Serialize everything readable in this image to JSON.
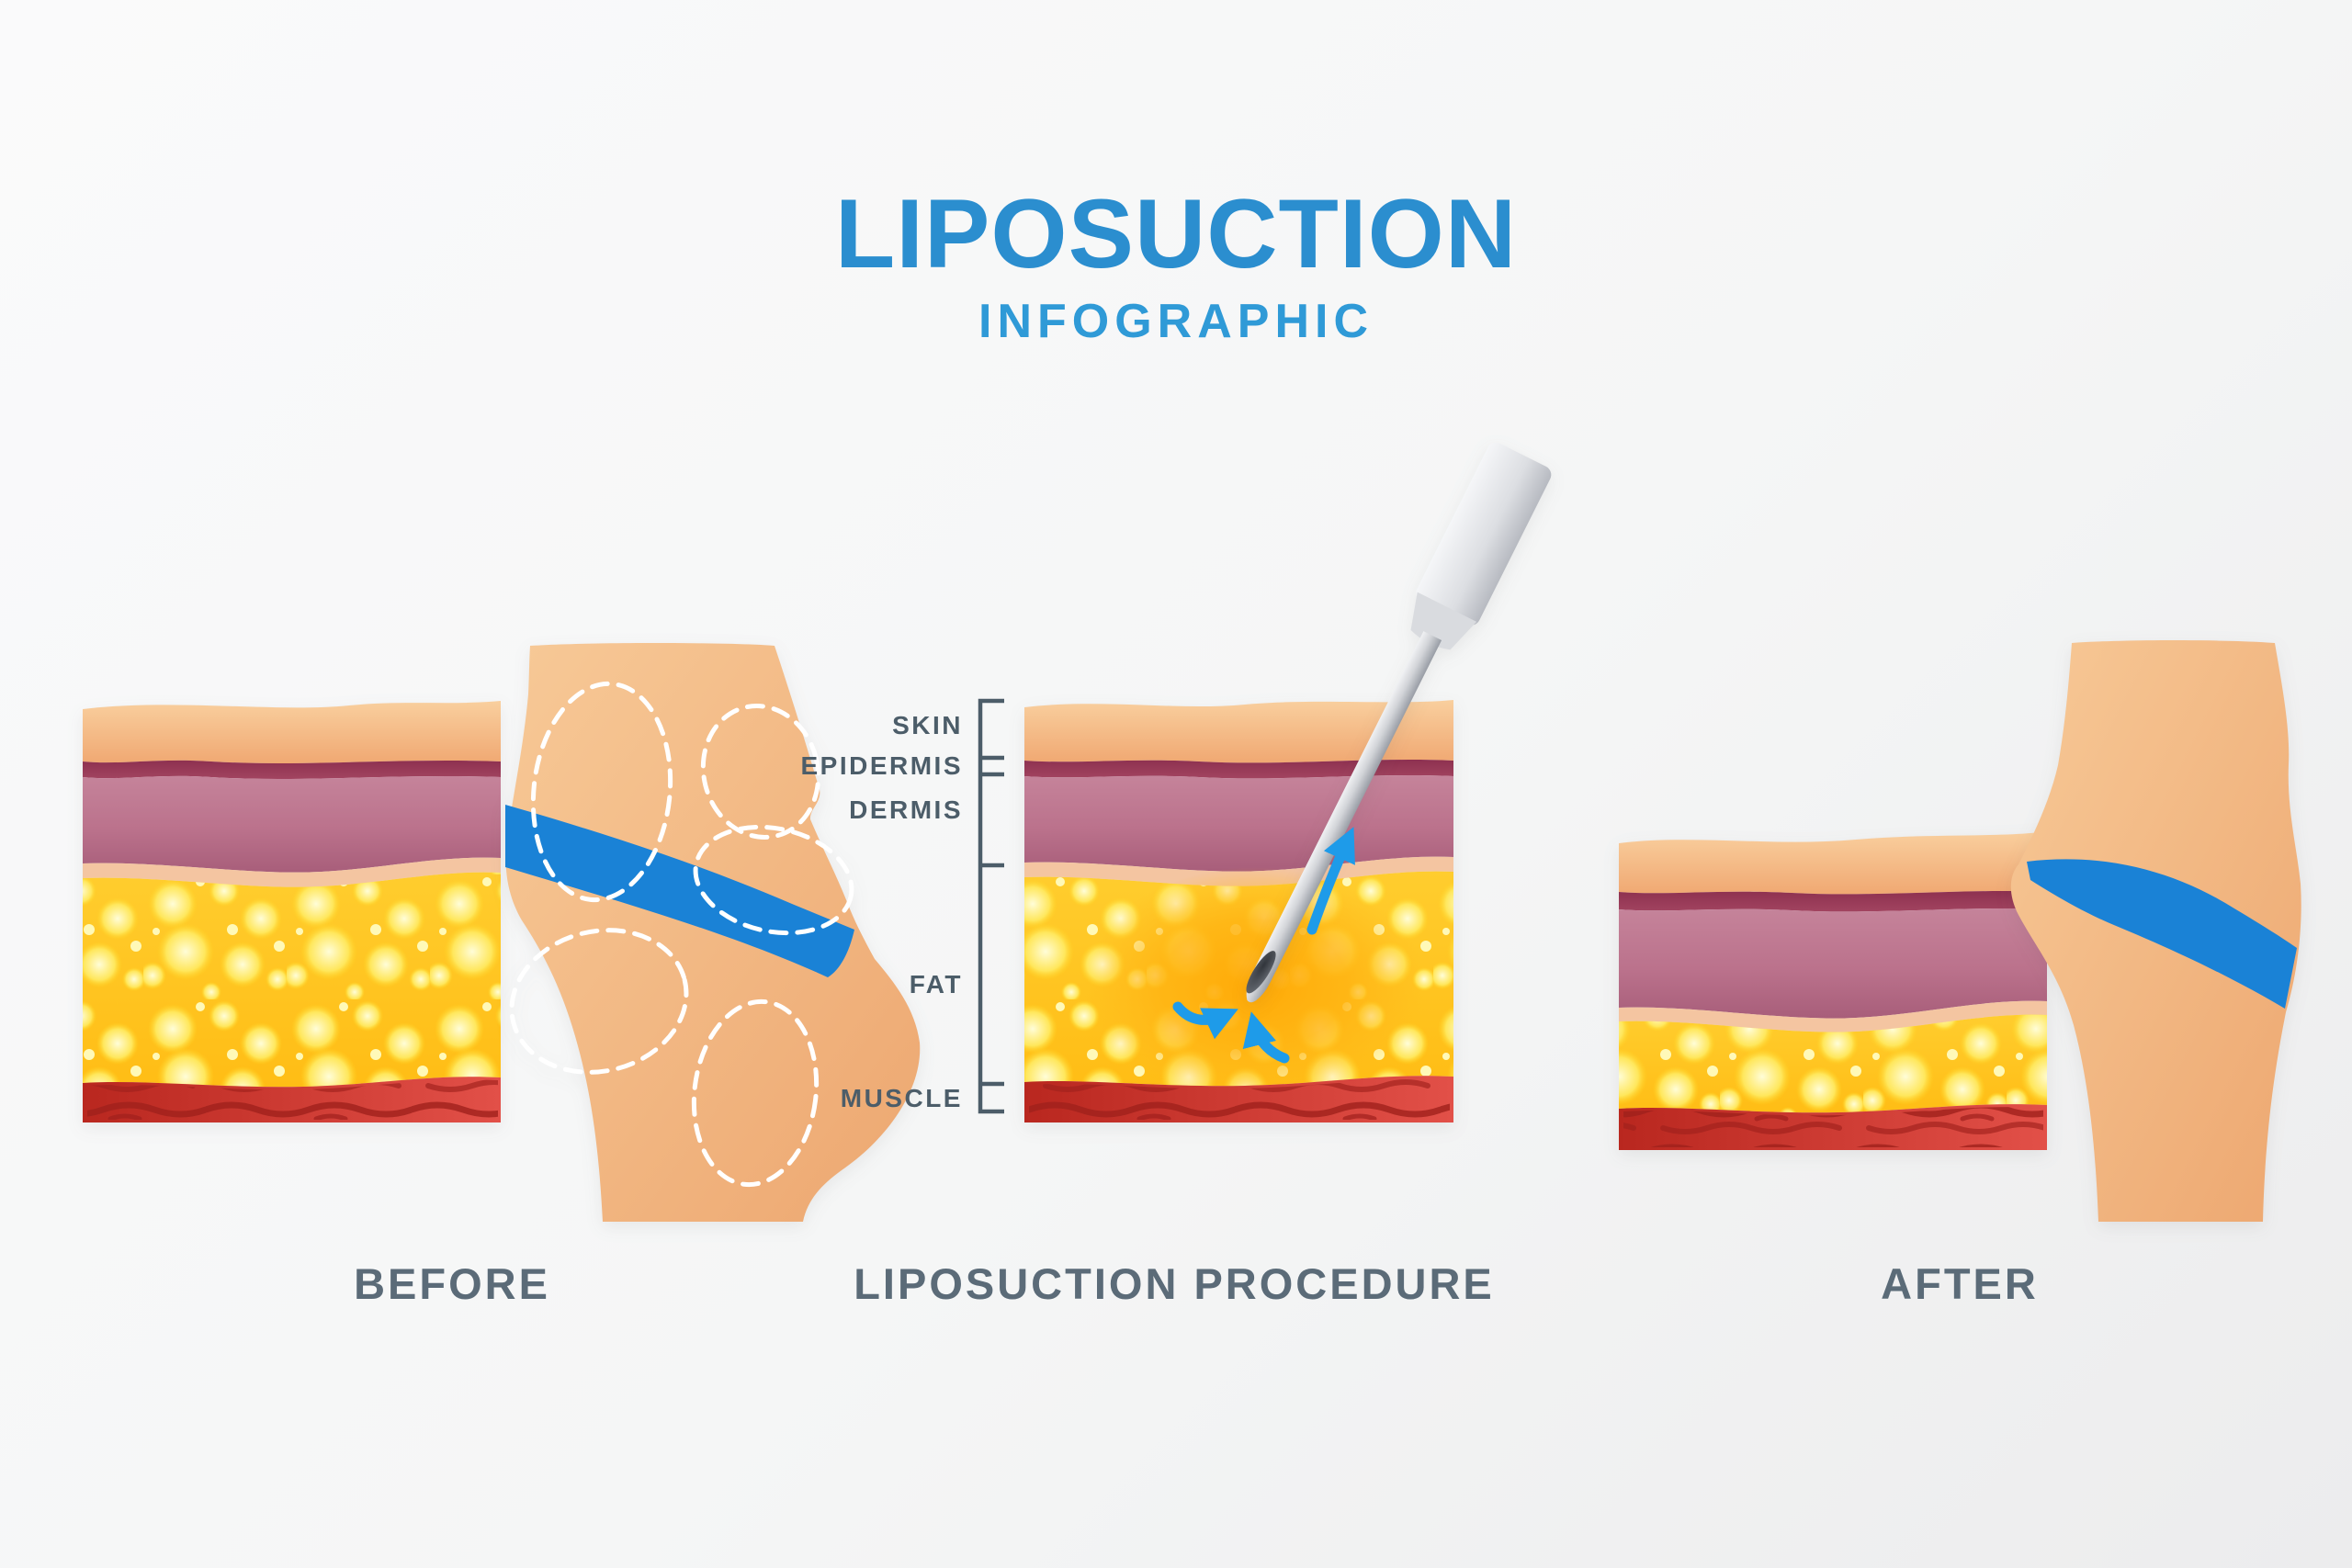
{
  "title": {
    "main": "LIPOSUCTION",
    "subtitle": "INFOGRAPHIC"
  },
  "panels": {
    "before": {
      "caption": "BEFORE"
    },
    "procedure": {
      "caption": "LIPOSUCTION PROCEDURE"
    },
    "after": {
      "caption": "AFTER"
    }
  },
  "layer_labels": [
    {
      "label": "SKIN"
    },
    {
      "label": "EPIDERMIS"
    },
    {
      "label": "DERMIS"
    },
    {
      "label": "FAT"
    },
    {
      "label": "MUSCLE"
    }
  ],
  "colors": {
    "title": "#2b8ecf",
    "subtitle": "#2f9ad7",
    "caption": "#5b6b78",
    "label": "#4c5d69",
    "band": "#1a82d6",
    "arrow": "#1e9be9",
    "dash": "#ffffff",
    "fat": "#ffc722",
    "muscle": "#ce3430",
    "dermis": "#bd7390",
    "epidermis": "#993a56",
    "skin": "#f5b988",
    "body": "#f3bd8b",
    "cannula": "#d6d8dc",
    "glow": "#ffab08",
    "background": "#f5f5f6"
  }
}
